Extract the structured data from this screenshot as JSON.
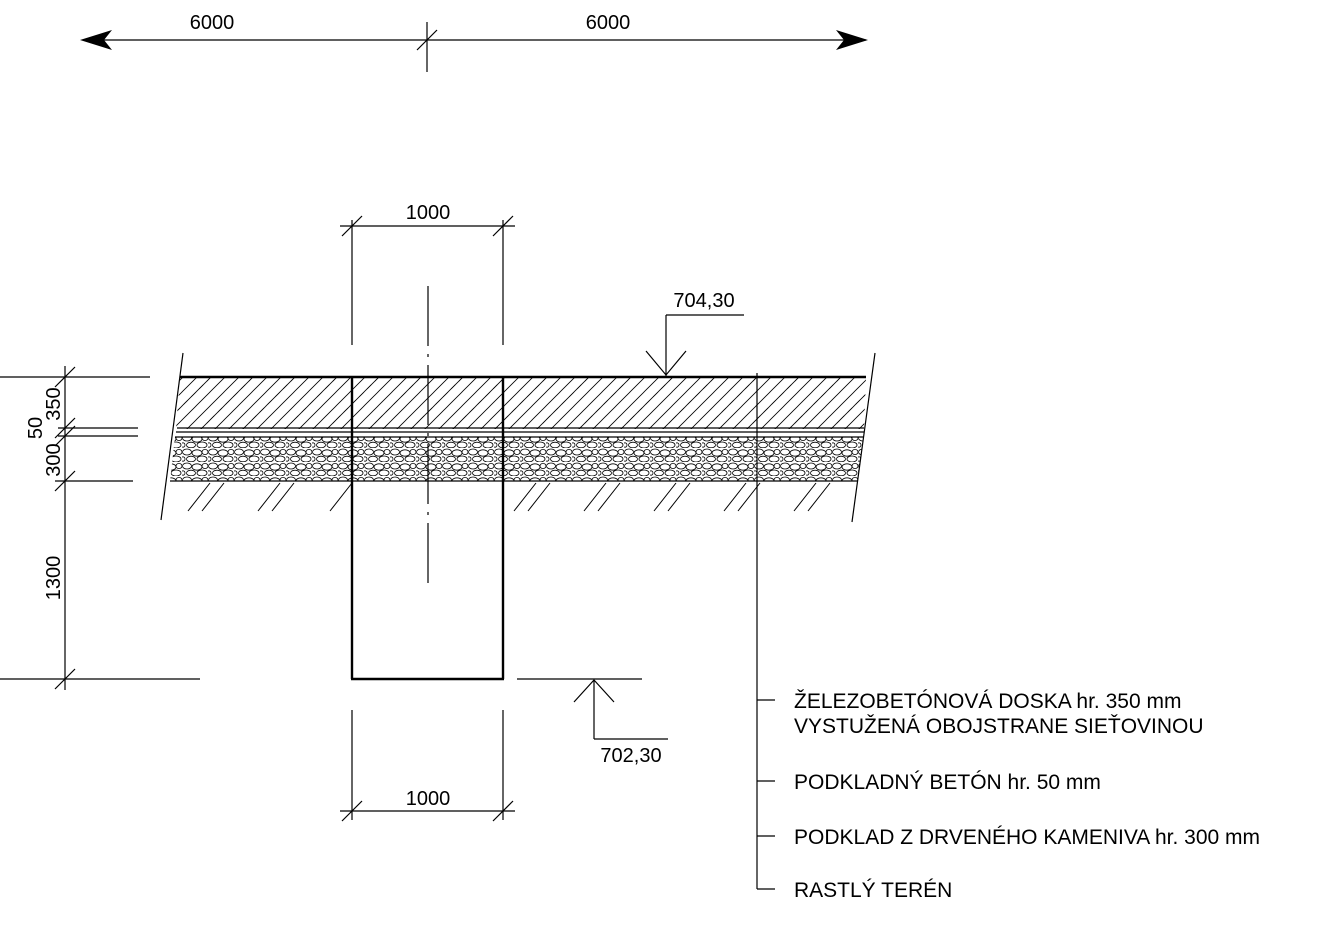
{
  "dimensions": {
    "top_left": "6000",
    "top_right": "6000",
    "foundation_top_width": "1000",
    "foundation_bottom_width": "1000",
    "layer_slab": "350",
    "layer_lean_concrete": "50",
    "layer_gravel": "300",
    "foundation_depth": "1300"
  },
  "levels": {
    "top": "704,30",
    "bottom": "702,30"
  },
  "legend": [
    {
      "line1": "ŽELEZOBETÓNOVÁ DOSKA hr. 350 mm",
      "line2": "VYSTUŽENÁ OBOJSTRANE SIEŤOVINOU"
    },
    {
      "line1": "PODKLADNÝ BETÓN hr. 50 mm"
    },
    {
      "line1": "PODKLAD Z DRVENÉHO KAMENIVA hr. 300 mm"
    },
    {
      "line1": "RASTLÝ TERÉN"
    }
  ],
  "colors": {
    "ink": "#000000",
    "background": "#ffffff"
  }
}
